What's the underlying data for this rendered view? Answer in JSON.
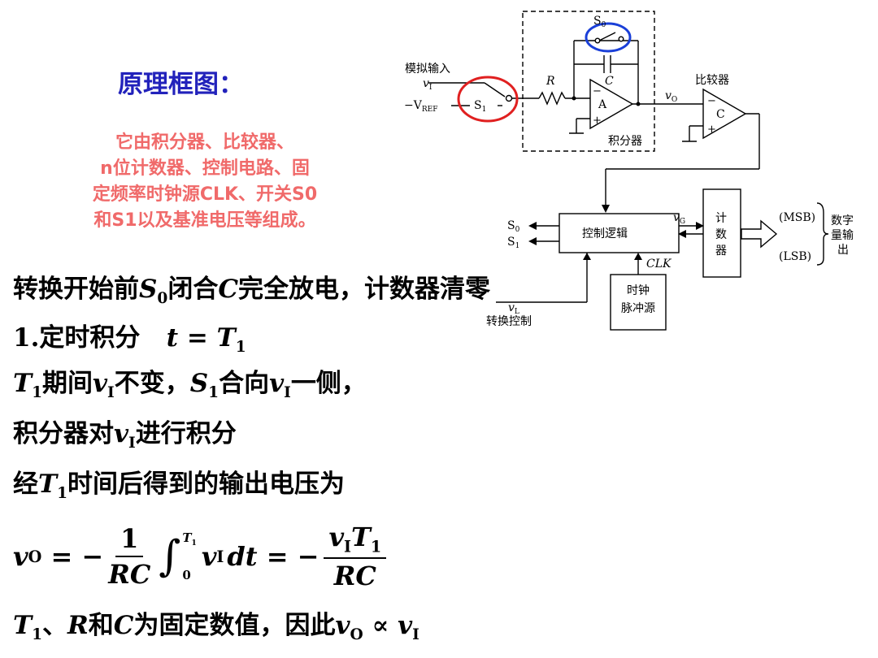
{
  "title": "原理框图：",
  "description": {
    "lines": [
      "它由积分器、比较器、",
      "n位计数器、控制电路、固",
      "定频率时钟源CLK、开关S0",
      "和S1以及基准电压等组成。"
    ]
  },
  "diagram": {
    "analog_input": "模拟输入",
    "vi": "v",
    "vi_sub": "I",
    "vref_prefix": "−V",
    "vref_sub": "REF",
    "s1": "S",
    "s1_sub": "1",
    "s0": "S",
    "s0_sub": "0",
    "r": "R",
    "c": "C",
    "amp_a": "A",
    "integrator": "积分器",
    "vo": "v",
    "vo_sub": "O",
    "comparator": "比较器",
    "comp_c": "C",
    "control_logic": "控制逻辑",
    "vg": "v",
    "vg_sub": "G",
    "counter": [
      "计",
      "数",
      "器"
    ],
    "msb": "(MSB)",
    "lsb": "(LSB)",
    "digital_output": [
      "数字",
      "量输",
      "出"
    ],
    "out_s0": "S",
    "out_s0_sub": "0",
    "out_s1": "S",
    "out_s1_sub": "1",
    "clk": "CLK",
    "clock": [
      "时钟",
      "脉冲源"
    ],
    "vl": "v",
    "vl_sub": "L",
    "conversion_control": "转换控制",
    "minus": "−",
    "plus": "+"
  },
  "body": {
    "line1": {
      "a": "转换开始前",
      "b": "S",
      "b_sub": "0",
      "c": "闭合",
      "d": "C",
      "e": "完全放电，计数器清零"
    },
    "line2": {
      "a": "1.定时积分",
      "b": "t",
      "c": " = ",
      "d": "T",
      "d_sub": "1"
    },
    "line3": {
      "a": "T",
      "a_sub": "1",
      "b": "期间",
      "c": "v",
      "c_sub": "I",
      "d": "不变，",
      "e": "S",
      "e_sub": "1",
      "f": "合向",
      "g": "v",
      "g_sub": "I",
      "h": "一侧，"
    },
    "line4": {
      "a": "积分器对",
      "b": "v",
      "b_sub": "I",
      "c": "进行积分"
    },
    "line5": {
      "a": "经",
      "b": "T",
      "b_sub": "1",
      "c": "时间后得到的输出电压为"
    },
    "formula": {
      "lhs": "v",
      "lhs_sub": "O",
      "eq": " = −",
      "f1_num": "1",
      "f1_den": "RC",
      "int_upper": "T",
      "int_upper_sub": "1",
      "int_lower": "0",
      "integrand": "v",
      "integrand_sub": "I",
      "dt": "dt",
      "eq2": " = −",
      "f2_num_a": "v",
      "f2_num_a_sub": "I",
      "f2_num_b": "T",
      "f2_num_b_sub": "1",
      "f2_den": "RC"
    },
    "line7": {
      "a": "T",
      "a_sub": "1",
      "b": "、",
      "c": "R",
      "d": "和",
      "e": "C",
      "f": "为固定数值，因此",
      "g": "v",
      "g_sub": "O",
      "h": " ∝ ",
      "i": "v",
      "i_sub": "I"
    }
  },
  "colors": {
    "title": "#2222bb",
    "description": "#f06a6a",
    "highlight_red": "#e02020",
    "highlight_blue": "#1a3fd8"
  }
}
